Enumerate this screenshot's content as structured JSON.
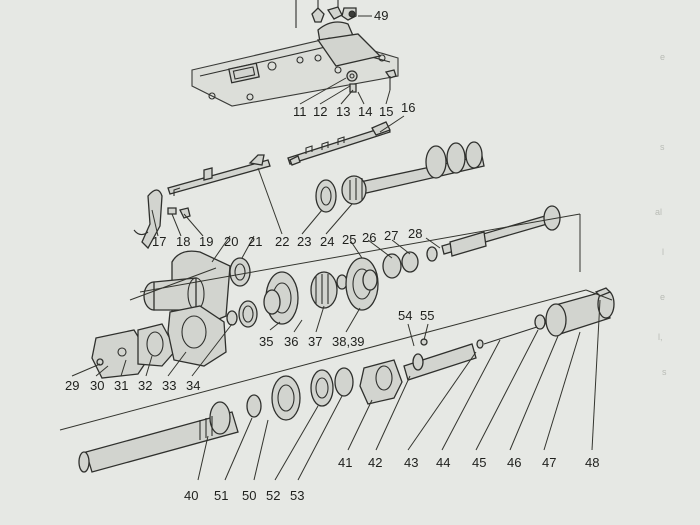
{
  "diagram": {
    "callouts": [
      "49",
      "11",
      "12",
      "13",
      "14",
      "15",
      "16",
      "17",
      "18",
      "19",
      "20",
      "21",
      "22",
      "23",
      "24",
      "25",
      "26",
      "27",
      "28",
      "29",
      "30",
      "31",
      "32",
      "33",
      "34",
      "35",
      "36",
      "37",
      "38,39",
      "40",
      "41",
      "42",
      "43",
      "44",
      "45",
      "46",
      "47",
      "48",
      "50",
      "51",
      "52",
      "53",
      "54",
      "55"
    ]
  },
  "page_edge": {
    "right_fragments": [
      "e",
      "s",
      "al",
      "l",
      "e",
      "l,",
      "s"
    ]
  }
}
